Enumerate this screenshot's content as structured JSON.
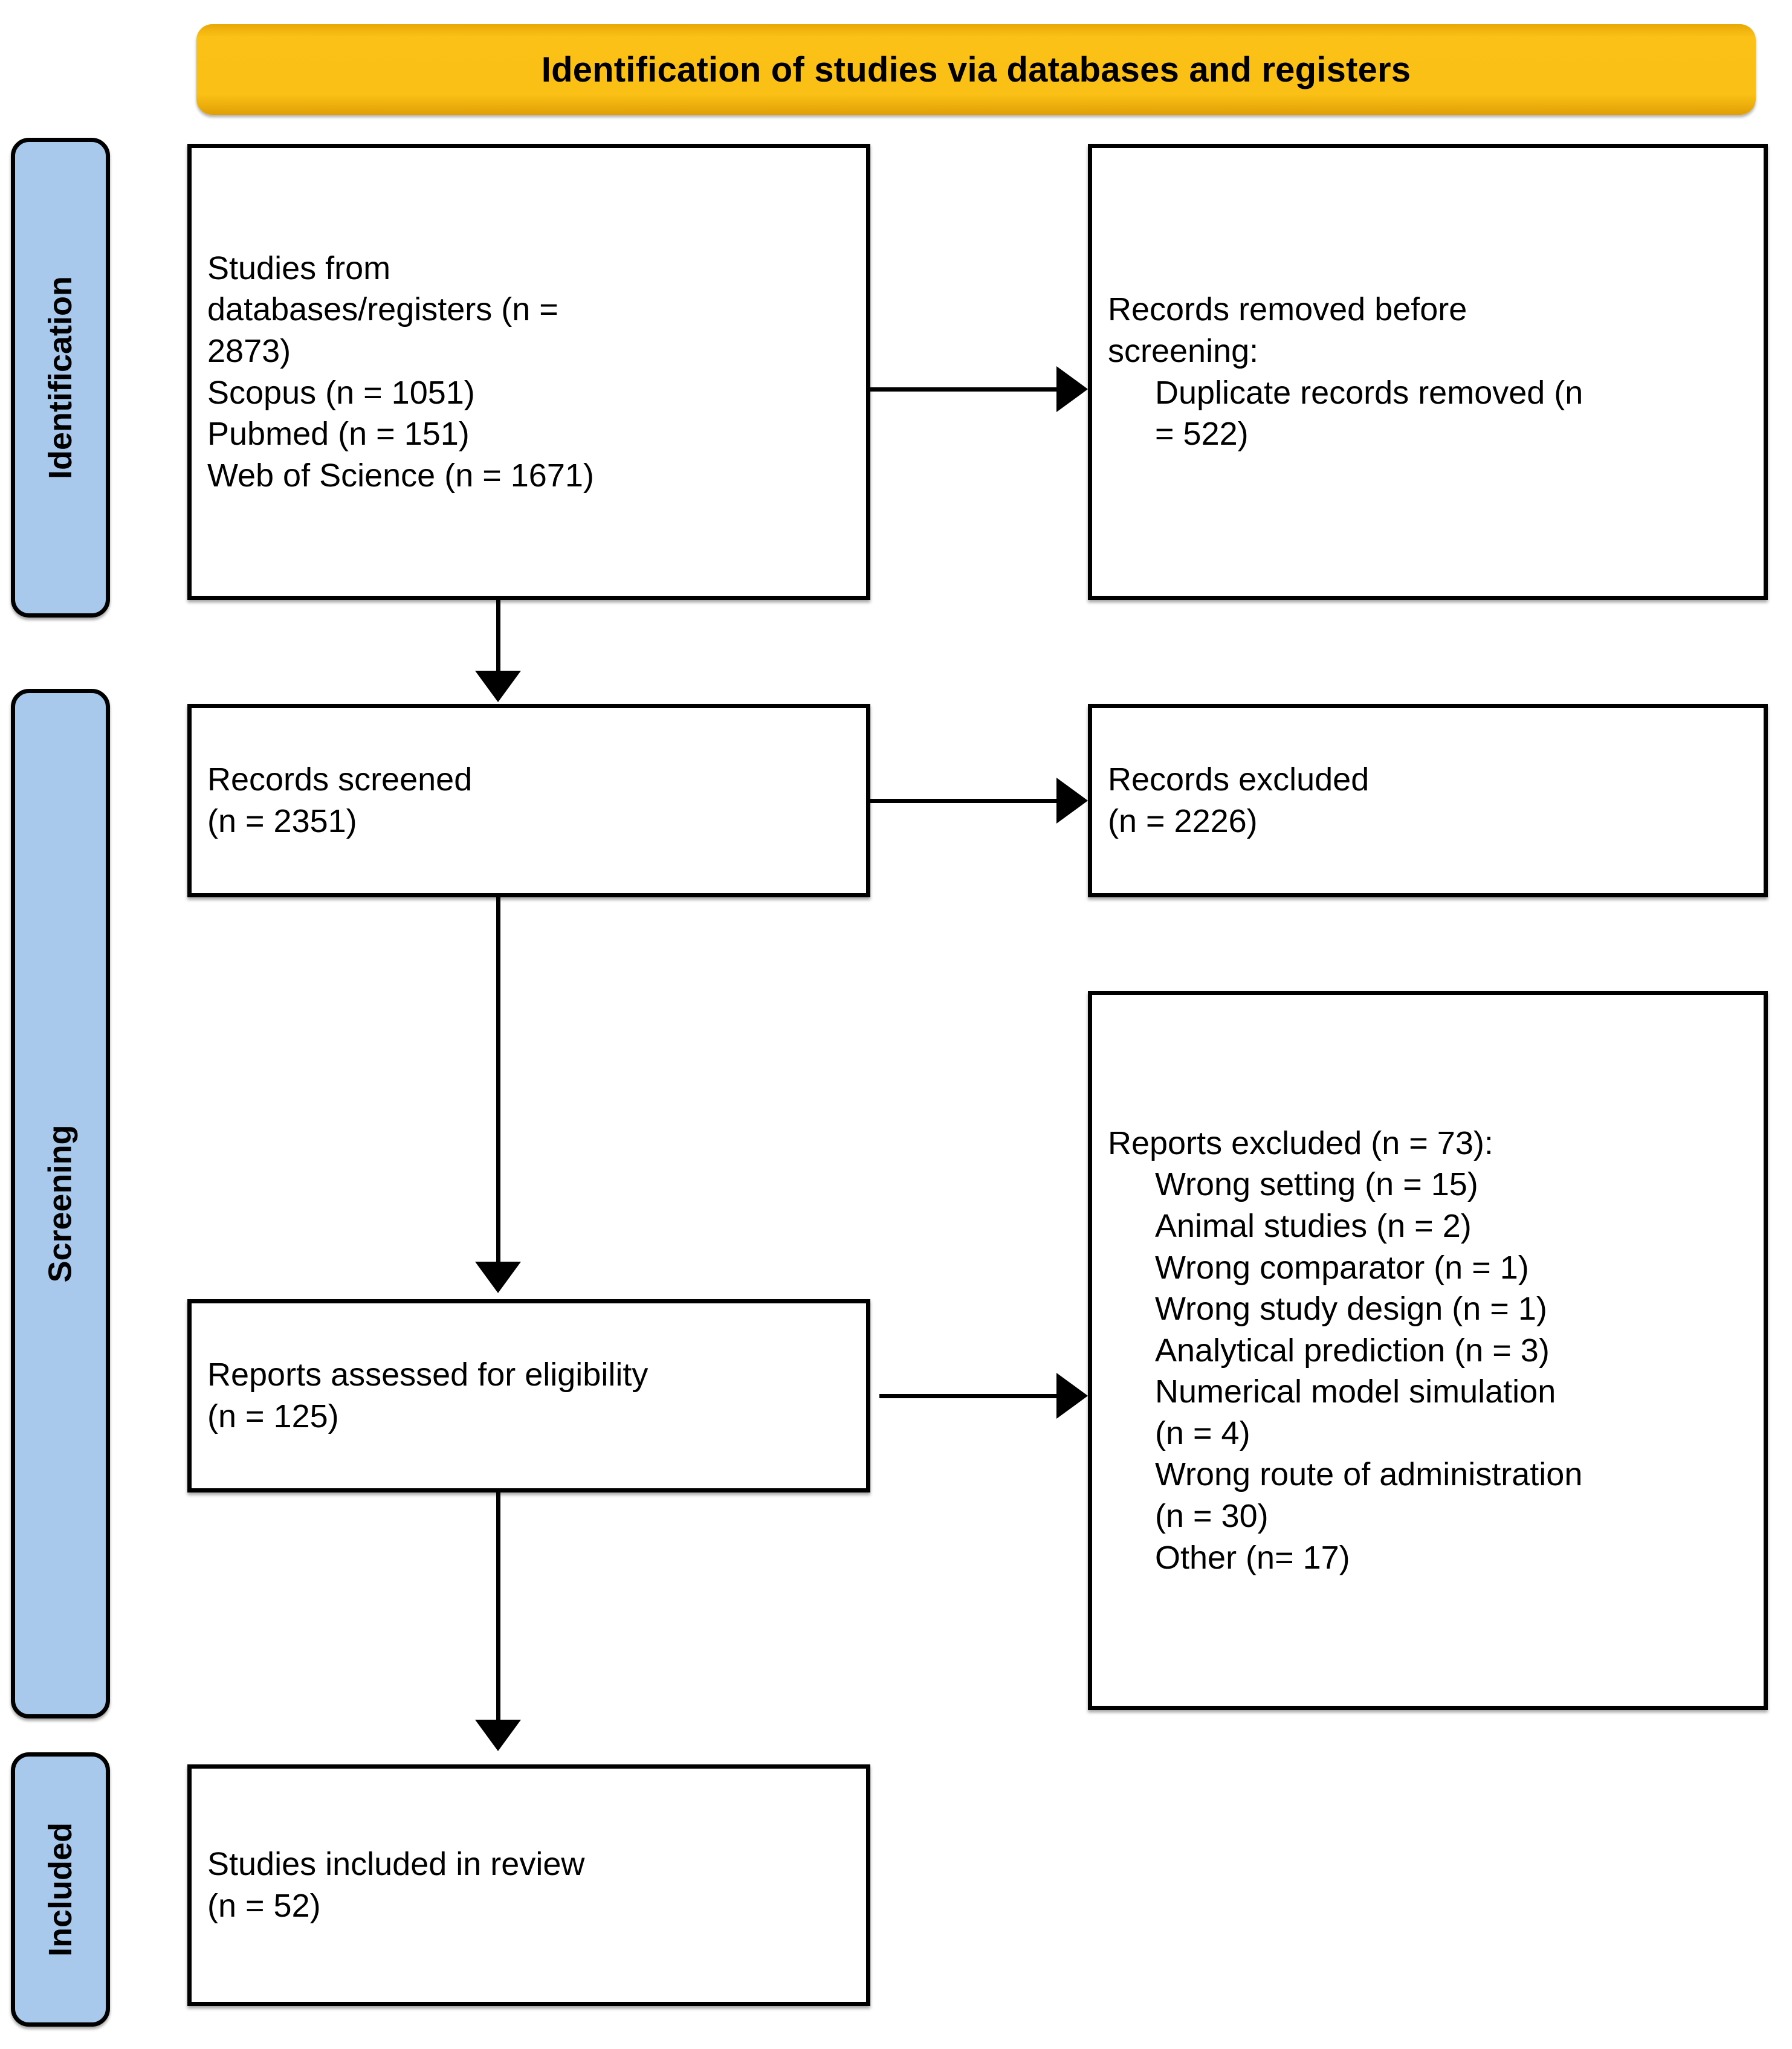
{
  "diagram": {
    "type": "PRISMA flow diagram",
    "header": {
      "title": "Identification of studies via databases and registers",
      "color": "#FAC016"
    },
    "stages": [
      {
        "id": "identification",
        "label": "Identification",
        "color": "#A8C8EC"
      },
      {
        "id": "screening",
        "label": "Screening",
        "color": "#A8C8EC"
      },
      {
        "id": "included",
        "label": "Included",
        "color": "#A8C8EC"
      }
    ],
    "boxes": {
      "records_identified": {
        "lines": [
          "Studies from",
          "databases/registers (n =",
          "2873)",
          "Scopus (n = 1051)",
          "Pubmed (n = 151)",
          "Web of Science (n = 1671)"
        ]
      },
      "records_removed": {
        "line1_a": "Records removed ",
        "line1_b": "before",
        "line2_italic": "screening",
        "line2_tail": ":",
        "sub_lines": [
          "Duplicate records removed (n",
          "= 522)"
        ]
      },
      "records_screened": {
        "lines": [
          "Records screened",
          "(n = 2351)"
        ]
      },
      "records_excluded": {
        "lines": [
          "Records excluded",
          "(n = 2226)"
        ]
      },
      "reports_assessed": {
        "lines": [
          "Reports assessed for eligibility",
          "(n = 125)"
        ]
      },
      "reports_excluded": {
        "heading": "Reports excluded (n = 73):",
        "reasons": [
          "Wrong setting (n = 15)",
          "Animal studies (n = 2)",
          "Wrong comparator (n = 1)",
          "Wrong study design (n = 1)",
          "Analytical prediction (n = 3)",
          "Numerical model simulation",
          "(n = 4)",
          "Wrong route of administration",
          "(n = 30)",
          "Other (n= 17)"
        ]
      },
      "studies_included": {
        "lines": [
          "Studies included in review",
          "(n = 52)"
        ]
      }
    },
    "arrows": [
      {
        "id": "identified-to-removed",
        "direction": "right"
      },
      {
        "id": "identified-to-screened",
        "direction": "down"
      },
      {
        "id": "screened-to-excluded",
        "direction": "right"
      },
      {
        "id": "screened-to-assessed",
        "direction": "down"
      },
      {
        "id": "assessed-to-excluded",
        "direction": "right"
      },
      {
        "id": "assessed-to-included",
        "direction": "down"
      }
    ]
  }
}
